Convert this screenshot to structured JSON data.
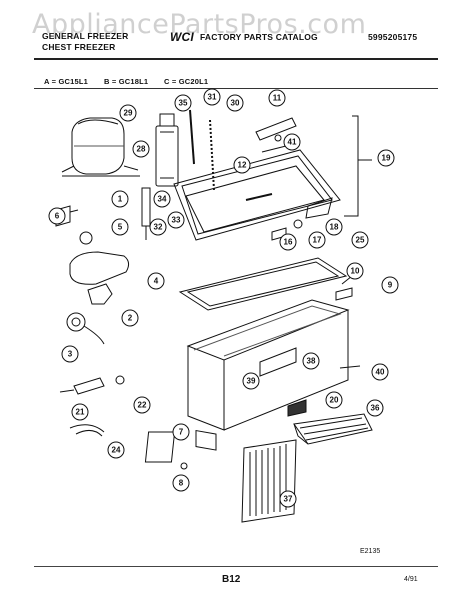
{
  "header": {
    "title_line1": "GENERAL FREEZER",
    "title_line2": "CHEST FREEZER",
    "brand_logo": "WCI",
    "catalog_title": "FACTORY PARTS CATALOG",
    "catalog_number": "5995205175"
  },
  "watermark": "AppliancePartsPros.com",
  "models": {
    "a": "A = GC15L1",
    "b": "B = GC18L1",
    "c": "C = GC20L1"
  },
  "callouts": [
    "1",
    "2",
    "3",
    "4",
    "5",
    "6",
    "7",
    "8",
    "9",
    "10",
    "11",
    "12",
    "16",
    "17",
    "18",
    "19",
    "20",
    "21",
    "22",
    "24",
    "25",
    "28",
    "29",
    "30",
    "31",
    "32",
    "33",
    "34",
    "35",
    "36",
    "37",
    "38",
    "39",
    "40",
    "41"
  ],
  "footer": {
    "diagram_code": "E2135",
    "page": "B12",
    "date": "4/91"
  }
}
